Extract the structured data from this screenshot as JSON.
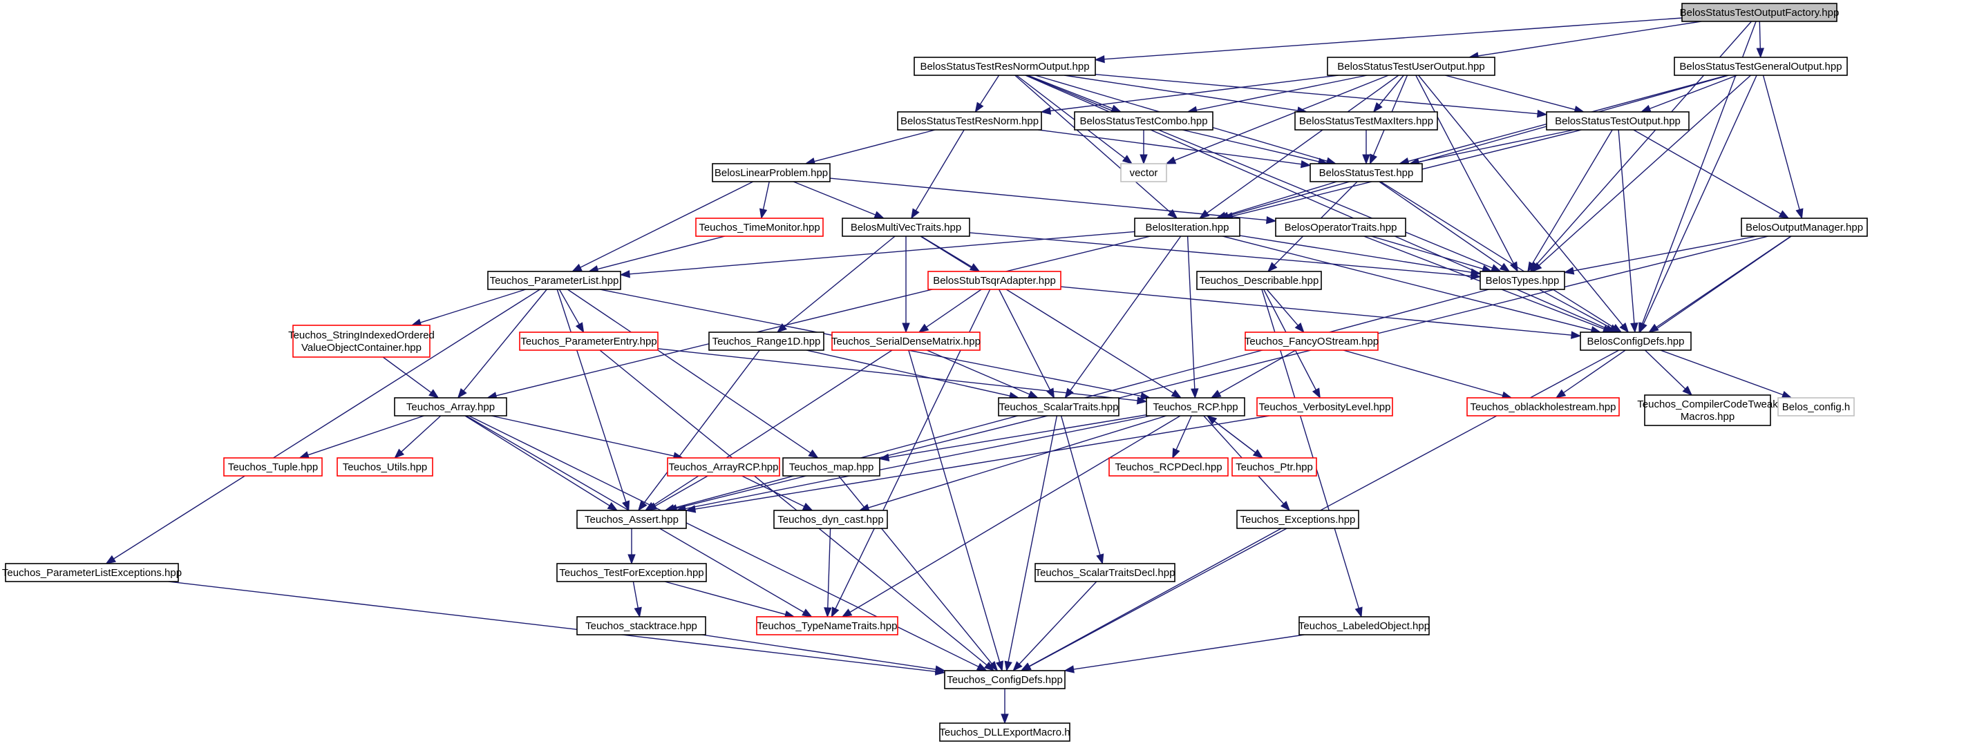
{
  "diagram": {
    "colors": {
      "edge": "#191970",
      "normal_border": "#000000",
      "missing_border": "#ff0000",
      "clipped_border": "#bfbfbf",
      "root_fill": "#bfbfbf",
      "fill": "#ffffff"
    },
    "nodes": [
      {
        "id": "root",
        "lines": [
          "BelosStatusTestOutputFactory.hpp"
        ],
        "style": "root"
      },
      {
        "id": "resnormout",
        "lines": [
          "BelosStatusTestResNormOutput.hpp"
        ],
        "style": "normal"
      },
      {
        "id": "userout",
        "lines": [
          "BelosStatusTestUserOutput.hpp"
        ],
        "style": "normal"
      },
      {
        "id": "genout",
        "lines": [
          "BelosStatusTestGeneralOutput.hpp"
        ],
        "style": "normal"
      },
      {
        "id": "resnorm",
        "lines": [
          "BelosStatusTestResNorm.hpp"
        ],
        "style": "normal"
      },
      {
        "id": "combo",
        "lines": [
          "BelosStatusTestCombo.hpp"
        ],
        "style": "normal"
      },
      {
        "id": "maxiters",
        "lines": [
          "BelosStatusTestMaxIters.hpp"
        ],
        "style": "normal"
      },
      {
        "id": "stout",
        "lines": [
          "BelosStatusTestOutput.hpp"
        ],
        "style": "normal"
      },
      {
        "id": "linprob",
        "lines": [
          "BelosLinearProblem.hpp"
        ],
        "style": "normal"
      },
      {
        "id": "vector",
        "lines": [
          "vector"
        ],
        "style": "clipped"
      },
      {
        "id": "stest",
        "lines": [
          "BelosStatusTest.hpp"
        ],
        "style": "normal"
      },
      {
        "id": "timemon",
        "lines": [
          "Teuchos_TimeMonitor.hpp"
        ],
        "style": "missing"
      },
      {
        "id": "mvtraits",
        "lines": [
          "BelosMultiVecTraits.hpp"
        ],
        "style": "normal"
      },
      {
        "id": "iteration",
        "lines": [
          "BelosIteration.hpp"
        ],
        "style": "normal"
      },
      {
        "id": "optraits",
        "lines": [
          "BelosOperatorTraits.hpp"
        ],
        "style": "normal"
      },
      {
        "id": "outmgr",
        "lines": [
          "BelosOutputManager.hpp"
        ],
        "style": "normal"
      },
      {
        "id": "plist",
        "lines": [
          "Teuchos_ParameterList.hpp"
        ],
        "style": "normal"
      },
      {
        "id": "tsqr",
        "lines": [
          "BelosStubTsqrAdapter.hpp"
        ],
        "style": "missing"
      },
      {
        "id": "describable",
        "lines": [
          "Teuchos_Describable.hpp"
        ],
        "style": "normal"
      },
      {
        "id": "belostypes",
        "lines": [
          "BelosTypes.hpp"
        ],
        "style": "normal"
      },
      {
        "id": "sivo",
        "lines": [
          "Teuchos_StringIndexedOrdered",
          "ValueObjectContainer.hpp"
        ],
        "style": "missing"
      },
      {
        "id": "pentry",
        "lines": [
          "Teuchos_ParameterEntry.hpp"
        ],
        "style": "missing"
      },
      {
        "id": "range1d",
        "lines": [
          "Teuchos_Range1D.hpp"
        ],
        "style": "normal"
      },
      {
        "id": "sdm",
        "lines": [
          "Teuchos_SerialDenseMatrix.hpp"
        ],
        "style": "missing"
      },
      {
        "id": "fancyo",
        "lines": [
          "Teuchos_FancyOStream.hpp"
        ],
        "style": "missing"
      },
      {
        "id": "belosconfig",
        "lines": [
          "BelosConfigDefs.hpp"
        ],
        "style": "normal"
      },
      {
        "id": "tarray",
        "lines": [
          "Teuchos_Array.hpp"
        ],
        "style": "normal"
      },
      {
        "id": "scalartraits",
        "lines": [
          "Teuchos_ScalarTraits.hpp"
        ],
        "style": "normal"
      },
      {
        "id": "rcp",
        "lines": [
          "Teuchos_RCP.hpp"
        ],
        "style": "normal"
      },
      {
        "id": "verbosity",
        "lines": [
          "Teuchos_VerbosityLevel.hpp"
        ],
        "style": "missing"
      },
      {
        "id": "oblack",
        "lines": [
          "Teuchos_oblackholestream.hpp"
        ],
        "style": "missing"
      },
      {
        "id": "cctweak",
        "lines": [
          "Teuchos_CompilerCodeTweak",
          "Macros.hpp"
        ],
        "style": "normal"
      },
      {
        "id": "belosconfh",
        "lines": [
          "Belos_config.h"
        ],
        "style": "clipped"
      },
      {
        "id": "tuple",
        "lines": [
          "Teuchos_Tuple.hpp"
        ],
        "style": "missing"
      },
      {
        "id": "utils",
        "lines": [
          "Teuchos_Utils.hpp"
        ],
        "style": "missing"
      },
      {
        "id": "arrayrcp",
        "lines": [
          "Teuchos_ArrayRCP.hpp"
        ],
        "style": "missing"
      },
      {
        "id": "tmap",
        "lines": [
          "Teuchos_map.hpp"
        ],
        "style": "normal"
      },
      {
        "id": "rcpdecl",
        "lines": [
          "Teuchos_RCPDecl.hpp"
        ],
        "style": "missing"
      },
      {
        "id": "ptr",
        "lines": [
          "Teuchos_Ptr.hpp"
        ],
        "style": "missing"
      },
      {
        "id": "assert",
        "lines": [
          "Teuchos_Assert.hpp"
        ],
        "style": "normal"
      },
      {
        "id": "dyncast",
        "lines": [
          "Teuchos_dyn_cast.hpp"
        ],
        "style": "normal"
      },
      {
        "id": "exceptions",
        "lines": [
          "Teuchos_Exceptions.hpp"
        ],
        "style": "normal"
      },
      {
        "id": "plexc",
        "lines": [
          "Teuchos_ParameterListExceptions.hpp"
        ],
        "style": "normal"
      },
      {
        "id": "testforexc",
        "lines": [
          "Teuchos_TestForException.hpp"
        ],
        "style": "normal"
      },
      {
        "id": "stdecl",
        "lines": [
          "Teuchos_ScalarTraitsDecl.hpp"
        ],
        "style": "normal"
      },
      {
        "id": "stacktrace",
        "lines": [
          "Teuchos_stacktrace.hpp"
        ],
        "style": "normal"
      },
      {
        "id": "typename",
        "lines": [
          "Teuchos_TypeNameTraits.hpp"
        ],
        "style": "missing"
      },
      {
        "id": "labeled",
        "lines": [
          "Teuchos_LabeledObject.hpp"
        ],
        "style": "normal"
      },
      {
        "id": "tconfig",
        "lines": [
          "Teuchos_ConfigDefs.hpp"
        ],
        "style": "normal"
      },
      {
        "id": "dllexport",
        "lines": [
          "Teuchos_DLLExportMacro.h"
        ],
        "style": "normal"
      }
    ],
    "edges": [
      [
        "root",
        "resnormout"
      ],
      [
        "root",
        "userout"
      ],
      [
        "root",
        "genout"
      ],
      [
        "root",
        "belostypes"
      ],
      [
        "root",
        "belosconfig"
      ],
      [
        "resnormout",
        "resnorm"
      ],
      [
        "resnormout",
        "combo"
      ],
      [
        "resnormout",
        "maxiters"
      ],
      [
        "resnormout",
        "stout"
      ],
      [
        "resnormout",
        "stest"
      ],
      [
        "resnormout",
        "vector"
      ],
      [
        "resnormout",
        "iteration"
      ],
      [
        "resnormout",
        "belostypes"
      ],
      [
        "resnormout",
        "belosconfig"
      ],
      [
        "userout",
        "resnorm"
      ],
      [
        "userout",
        "combo"
      ],
      [
        "userout",
        "maxiters"
      ],
      [
        "userout",
        "stout"
      ],
      [
        "userout",
        "stest"
      ],
      [
        "userout",
        "vector"
      ],
      [
        "userout",
        "iteration"
      ],
      [
        "userout",
        "belostypes"
      ],
      [
        "userout",
        "belosconfig"
      ],
      [
        "genout",
        "stout"
      ],
      [
        "genout",
        "stest"
      ],
      [
        "genout",
        "iteration"
      ],
      [
        "genout",
        "outmgr"
      ],
      [
        "genout",
        "belostypes"
      ],
      [
        "genout",
        "belosconfig"
      ],
      [
        "resnorm",
        "linprob"
      ],
      [
        "resnorm",
        "mvtraits"
      ],
      [
        "resnorm",
        "stest"
      ],
      [
        "combo",
        "vector"
      ],
      [
        "combo",
        "stest"
      ],
      [
        "maxiters",
        "stest"
      ],
      [
        "stout",
        "stest"
      ],
      [
        "stout",
        "iteration"
      ],
      [
        "stout",
        "outmgr"
      ],
      [
        "stout",
        "belostypes"
      ],
      [
        "stout",
        "belosconfig"
      ],
      [
        "linprob",
        "timemon"
      ],
      [
        "linprob",
        "mvtraits"
      ],
      [
        "linprob",
        "optraits"
      ],
      [
        "linprob",
        "plist"
      ],
      [
        "stest",
        "iteration"
      ],
      [
        "stest",
        "describable"
      ],
      [
        "stest",
        "belostypes"
      ],
      [
        "stest",
        "belosconfig"
      ],
      [
        "timemon",
        "plist"
      ],
      [
        "mvtraits",
        "tsqr"
      ],
      [
        "mvtraits",
        "sdm"
      ],
      [
        "mvtraits",
        "range1d"
      ],
      [
        "mvtraits",
        "belostypes"
      ],
      [
        "mvtraits",
        "rcp"
      ],
      [
        "iteration",
        "plist"
      ],
      [
        "iteration",
        "tarray"
      ],
      [
        "iteration",
        "scalartraits"
      ],
      [
        "iteration",
        "rcp"
      ],
      [
        "iteration",
        "belostypes"
      ],
      [
        "iteration",
        "belosconfig"
      ],
      [
        "optraits",
        "belostypes"
      ],
      [
        "optraits",
        "belosconfig"
      ],
      [
        "outmgr",
        "belostypes"
      ],
      [
        "outmgr",
        "belosconfig"
      ],
      [
        "outmgr",
        "oblack"
      ],
      [
        "outmgr",
        "assert"
      ],
      [
        "plist",
        "sivo"
      ],
      [
        "plist",
        "pentry"
      ],
      [
        "plist",
        "tarray"
      ],
      [
        "plist",
        "tmap"
      ],
      [
        "plist",
        "rcp"
      ],
      [
        "plist",
        "plexc"
      ],
      [
        "plist",
        "assert"
      ],
      [
        "tsqr",
        "sdm"
      ],
      [
        "tsqr",
        "scalartraits"
      ],
      [
        "tsqr",
        "typename"
      ],
      [
        "tsqr",
        "belosconfig"
      ],
      [
        "describable",
        "fancyo"
      ],
      [
        "describable",
        "verbosity"
      ],
      [
        "describable",
        "labeled"
      ],
      [
        "belostypes",
        "belosconfig"
      ],
      [
        "belostypes",
        "assert"
      ],
      [
        "sivo",
        "tarray"
      ],
      [
        "pentry",
        "rcp"
      ],
      [
        "pentry",
        "tconfig"
      ],
      [
        "range1d",
        "scalartraits"
      ],
      [
        "range1d",
        "assert"
      ],
      [
        "sdm",
        "scalartraits"
      ],
      [
        "sdm",
        "assert"
      ],
      [
        "sdm",
        "tconfig"
      ],
      [
        "fancyo",
        "rcp"
      ],
      [
        "fancyo",
        "oblack"
      ],
      [
        "belosconfig",
        "cctweak"
      ],
      [
        "belosconfig",
        "belosconfh"
      ],
      [
        "belosconfig",
        "tconfig"
      ],
      [
        "tarray",
        "tuple"
      ],
      [
        "tarray",
        "utils"
      ],
      [
        "tarray",
        "arrayrcp"
      ],
      [
        "tarray",
        "assert"
      ],
      [
        "tarray",
        "typename"
      ],
      [
        "tarray",
        "tconfig"
      ],
      [
        "scalartraits",
        "stdecl"
      ],
      [
        "scalartraits",
        "tconfig"
      ],
      [
        "rcp",
        "rcpdecl"
      ],
      [
        "rcp",
        "ptr"
      ],
      [
        "rcp",
        "tmap"
      ],
      [
        "rcp",
        "dyncast"
      ],
      [
        "rcp",
        "exceptions"
      ],
      [
        "rcp",
        "assert"
      ],
      [
        "rcp",
        "typename"
      ],
      [
        "ptr",
        "rcp"
      ],
      [
        "verbosity",
        "assert"
      ],
      [
        "arrayrcp",
        "assert"
      ],
      [
        "arrayrcp",
        "dyncast"
      ],
      [
        "tmap",
        "tconfig"
      ],
      [
        "assert",
        "testforexc"
      ],
      [
        "dyncast",
        "typename"
      ],
      [
        "exceptions",
        "tconfig"
      ],
      [
        "plexc",
        "tconfig"
      ],
      [
        "testforexc",
        "stacktrace"
      ],
      [
        "testforexc",
        "typename"
      ],
      [
        "stdecl",
        "tconfig"
      ],
      [
        "stacktrace",
        "tconfig"
      ],
      [
        "labeled",
        "tconfig"
      ],
      [
        "tconfig",
        "dllexport"
      ]
    ]
  }
}
